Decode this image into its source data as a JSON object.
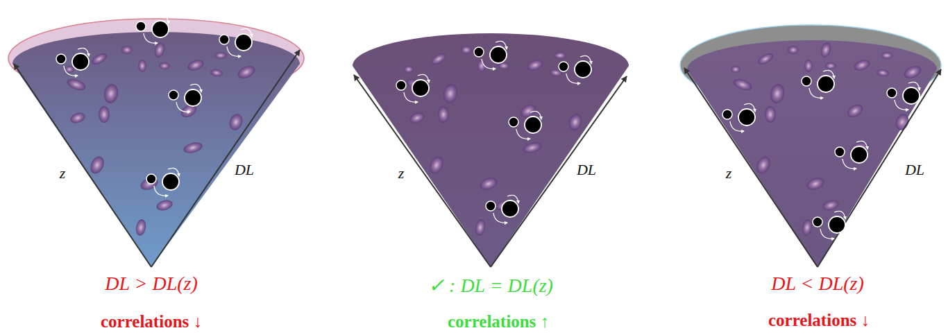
{
  "diagram": {
    "labels": [
      "z",
      "DL",
      "DL > DL(z)",
      "correlations ↓",
      "z",
      "DL",
      "✓ : DL = DL(z)",
      "correlations ↑",
      "z",
      "DL",
      "DL < DL(z)",
      "correlations ↓"
    ]
  }
}
